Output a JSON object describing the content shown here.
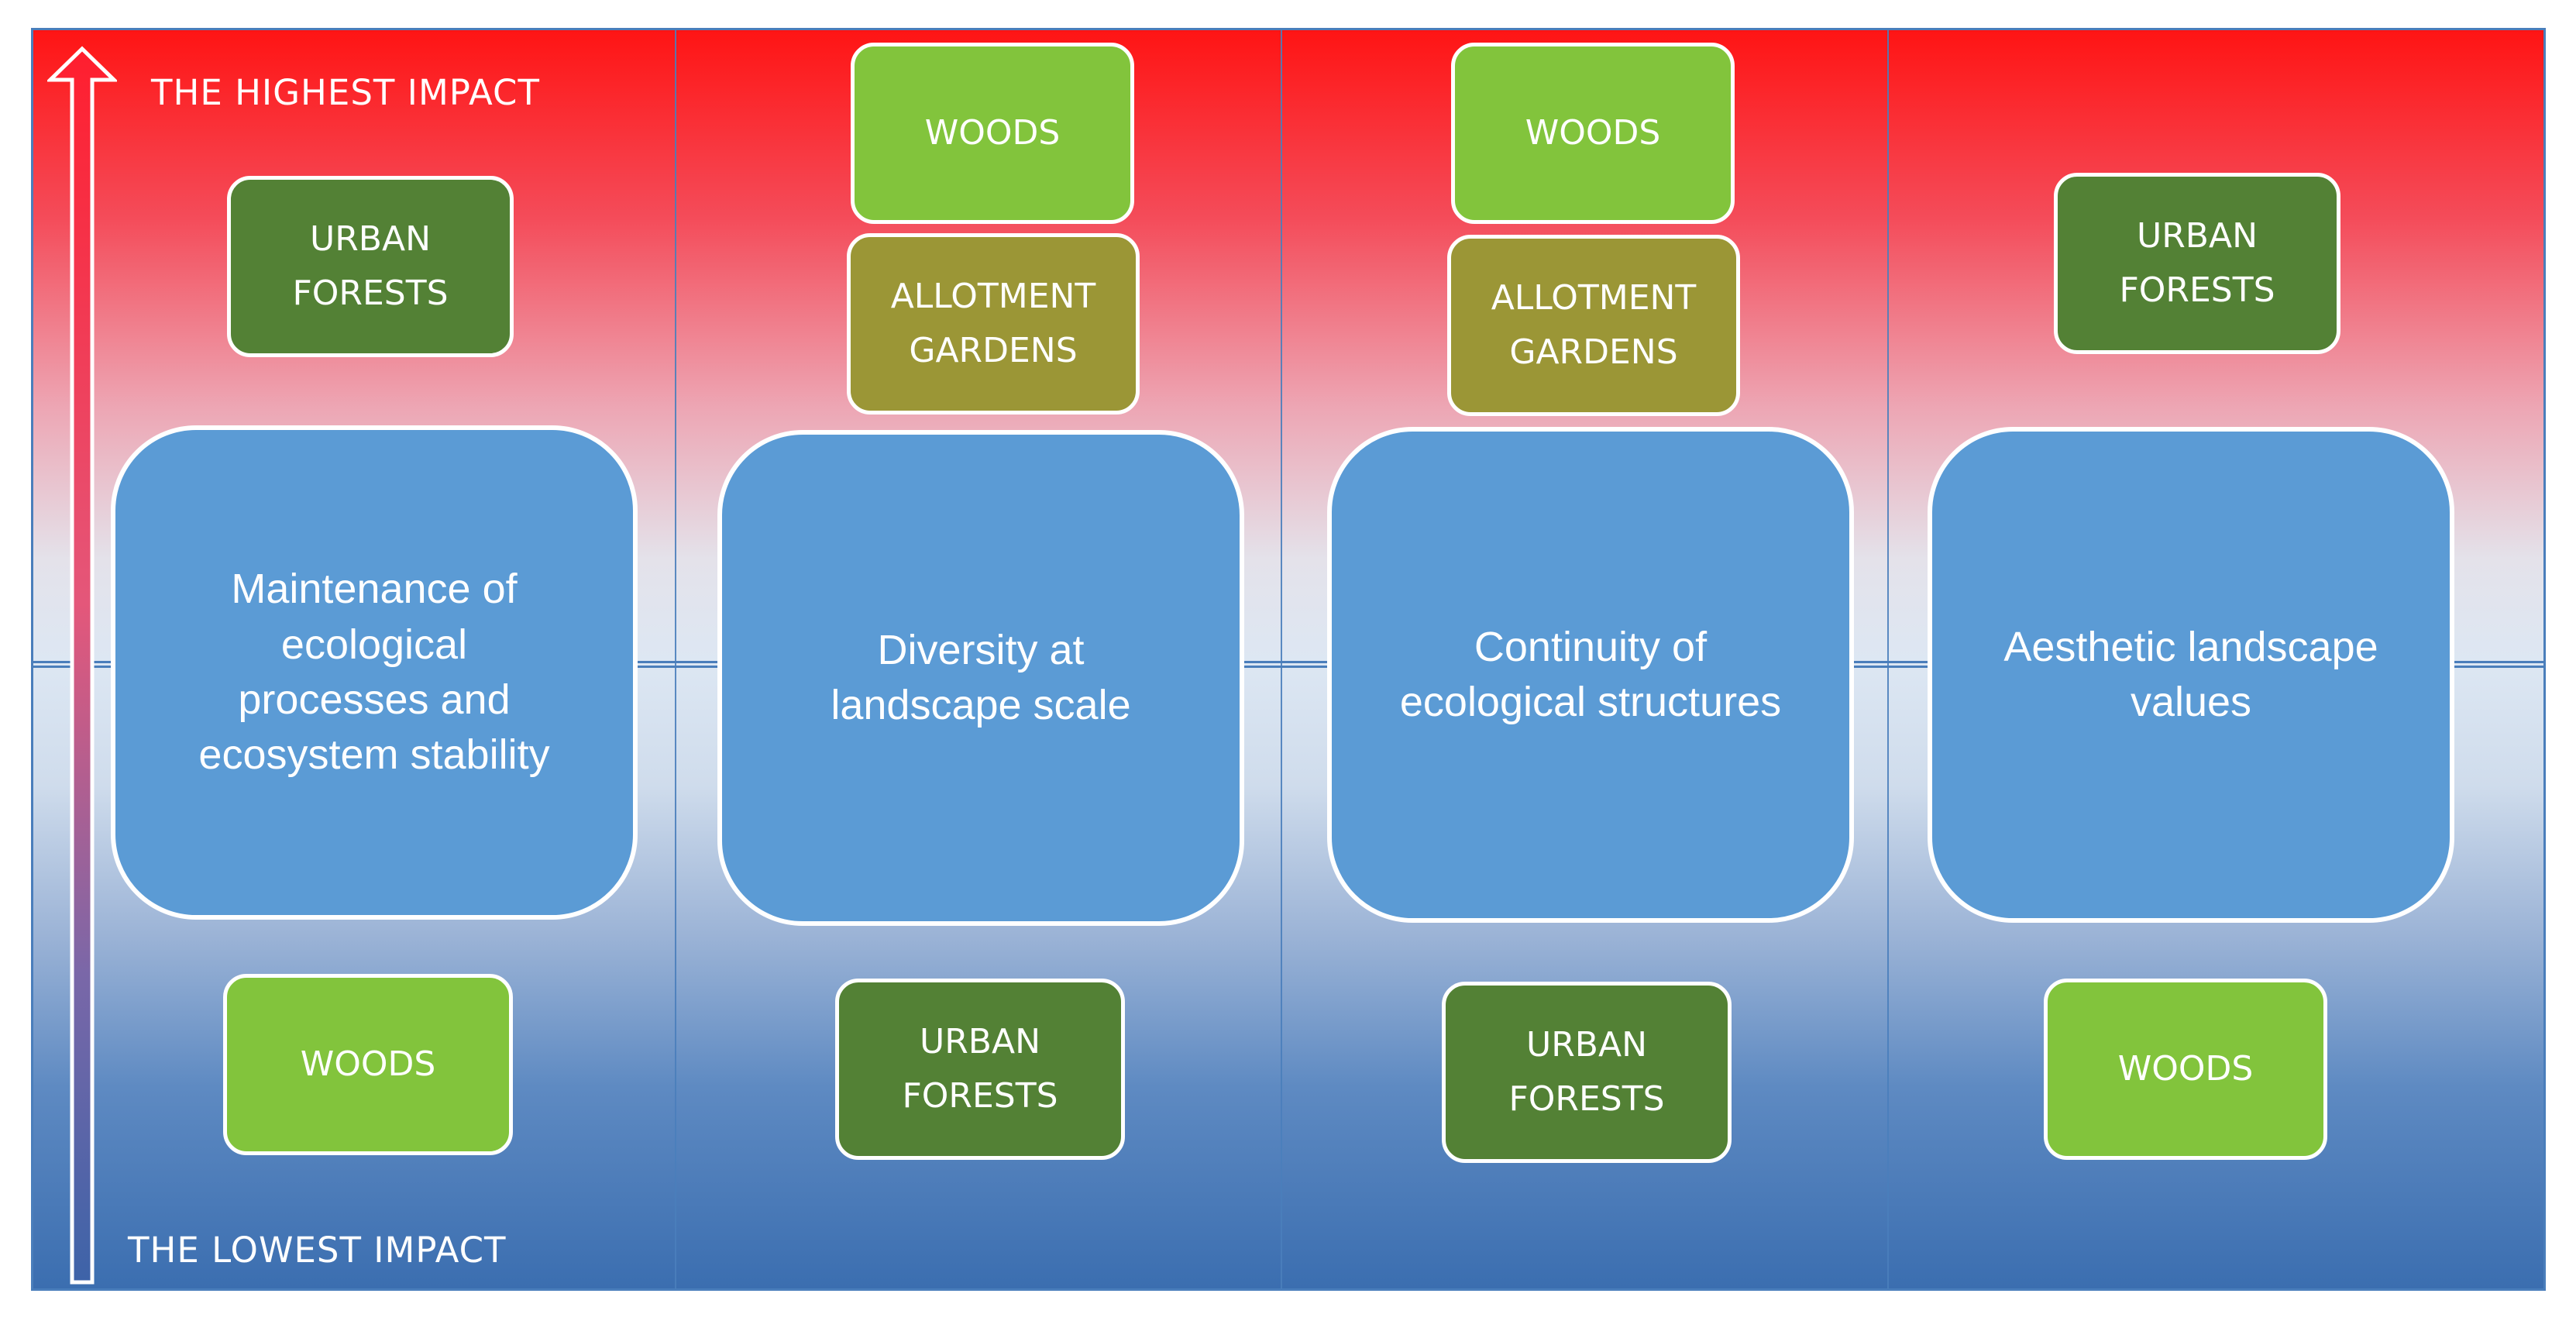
{
  "impact_axis": {
    "top_label": "THE HIGHEST IMPACT",
    "bottom_label": "THE LOWEST IMPACT"
  },
  "columns": [
    {
      "title": "Maintenance of\necological\nprocesses and\necosystem stability",
      "above": [
        "URBAN\nFORESTS"
      ],
      "below": [
        "WOODS"
      ]
    },
    {
      "title": "Diversity at\nlandscape scale",
      "above": [
        "WOODS",
        "ALLOTMENT\nGARDENS"
      ],
      "below": [
        "URBAN\nFORESTS"
      ]
    },
    {
      "title": "Continuity of\necological structures",
      "above": [
        "WOODS",
        "ALLOTMENT\nGARDENS"
      ],
      "below": [
        "URBAN\nFORESTS"
      ]
    },
    {
      "title": "Aesthetic landscape\nvalues",
      "above": [
        "URBAN\nFORESTS"
      ],
      "below": [
        "WOODS"
      ]
    }
  ],
  "colors": {
    "woods": "#82c43c",
    "urban_forests": "#538135",
    "allotment_gardens": "#9b9636",
    "category_box": "#5b9bd5",
    "gradient_top": "#ff1414",
    "gradient_bottom": "#3b6eb0"
  }
}
